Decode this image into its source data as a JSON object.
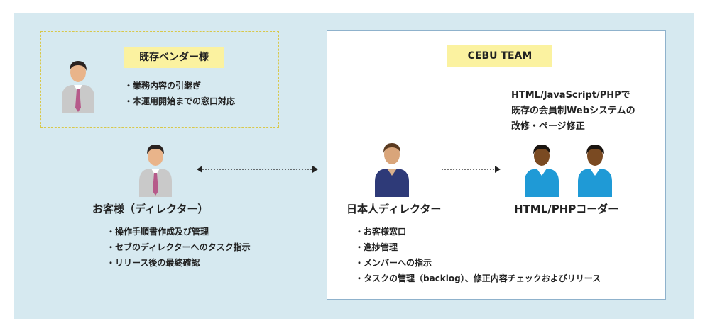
{
  "vendor": {
    "label": "既存ベンダー様",
    "items": [
      "・業務内容の引継ぎ",
      "・本運用開始までの窓口対応"
    ]
  },
  "client": {
    "label": "お客様（ディレクター）",
    "items": [
      "・操作手順書作成及び管理",
      "・セブのディレクターへのタスク指示",
      "・リリース後の最終確認"
    ]
  },
  "team": {
    "label": "CEBU TEAM",
    "coder_desc": [
      "HTML/JavaScript/PHPで",
      "既存の会員制Webシステムの",
      "改修・ページ修正"
    ],
    "director_label": "日本人ディレクター",
    "coder_label": "HTML/PHPコーダー",
    "director_items": [
      "・お客様窓口",
      "・進捗管理",
      "・メンバーへの指示",
      "・タスクの管理（backlog）、修正内容チェックおよびリリース"
    ]
  },
  "colors": {
    "panel_bg": "#d6e9f0",
    "tag_bg": "#fbf2a0",
    "team_border": "#8fb2cc",
    "vendor_border": "#d8c84a"
  },
  "icons": [
    "person-icon"
  ]
}
